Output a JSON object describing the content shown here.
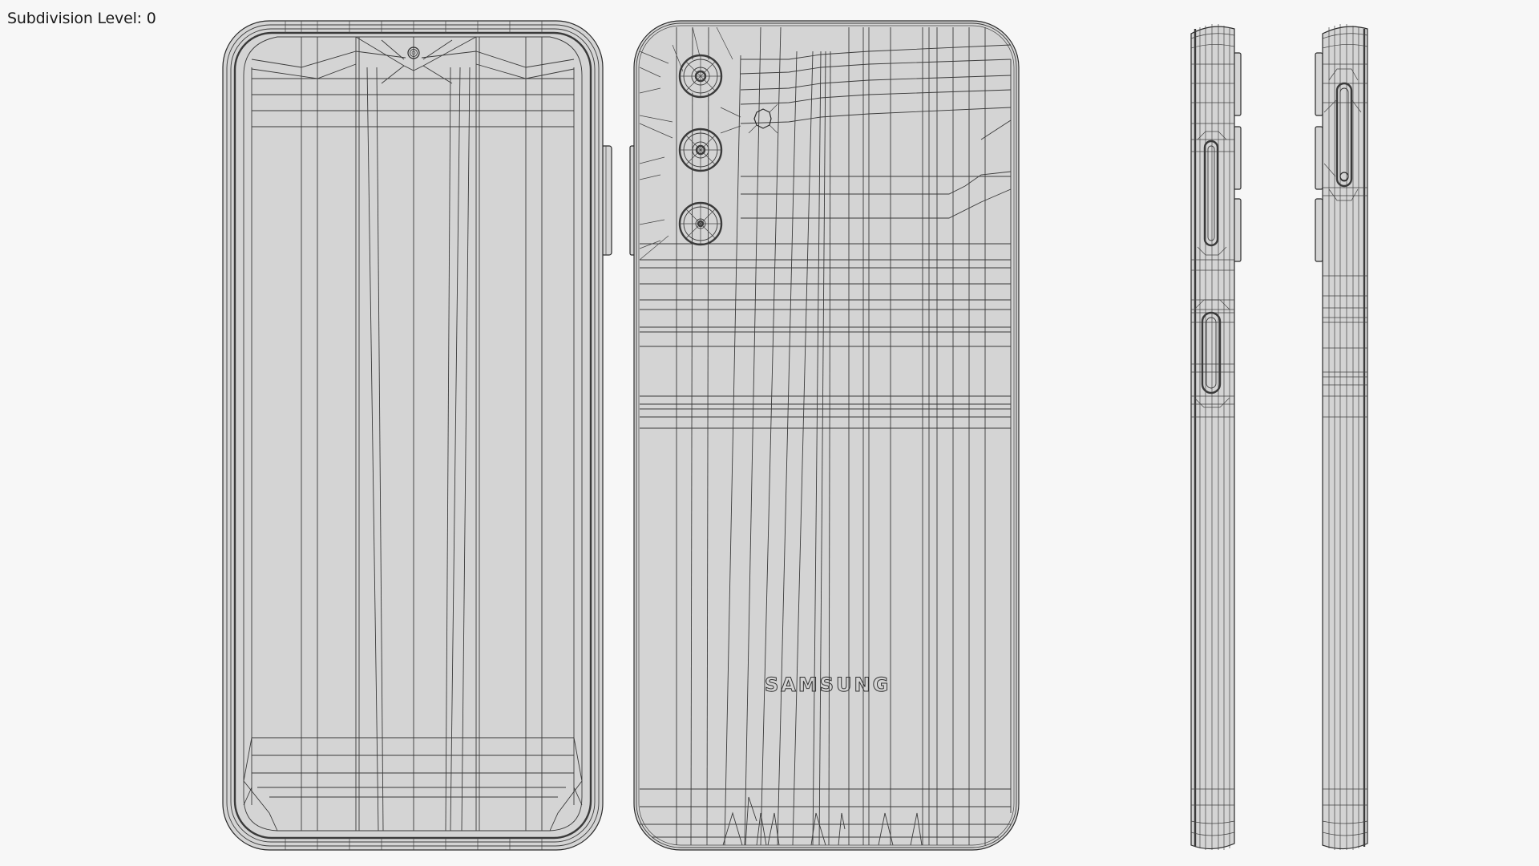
{
  "viewport": {
    "background": "#f7f7f7",
    "hud": {
      "subdivision_label": "Subdivision Level: 0"
    }
  },
  "model": {
    "render_mode": "wireframe",
    "mesh_fill_color": "#d4d4d4",
    "wire_color": "#3a3a3a",
    "views": [
      {
        "id": "front",
        "label": "Front view",
        "features": [
          "punch-hole selfie camera",
          "display panel",
          "right side keys"
        ]
      },
      {
        "id": "back",
        "label": "Back view",
        "features": [
          "triple rear camera",
          "LED flash",
          "brand logo"
        ],
        "brand_logo": "SAMSUNG"
      },
      {
        "id": "side-right",
        "label": "Right side view",
        "features": [
          "volume rocker",
          "power key",
          "antenna line slots"
        ]
      },
      {
        "id": "side-left",
        "label": "Left side view",
        "features": [
          "SIM tray slot",
          "side keys"
        ]
      }
    ]
  }
}
